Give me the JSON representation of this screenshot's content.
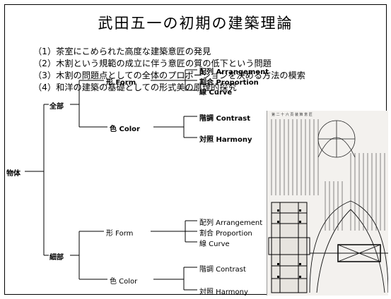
{
  "slide": {
    "title": "武田五一の初期の建築理論",
    "points": [
      "（1）茶室にこめられた高度な建築意匠の発見",
      "（2）木割という規範の成立に伴う意匠の質の低下という問題",
      "（3）木割の問題点としての全体のプロポーションを決める方法の模索",
      "（4）和洋の建築の基礎としての形式美の原理的探究"
    ]
  },
  "tree": {
    "root": "物体",
    "groups": [
      {
        "name": "全部",
        "bold": true,
        "branches": [
          {
            "name": "形 Form",
            "items": [
              "配列 Arrangement",
              "割合 Proportion",
              "線 Curve"
            ]
          },
          {
            "name": "色 Color",
            "items": [
              "階調 Contrast",
              "対照 Harmony"
            ]
          }
        ]
      },
      {
        "name": "細部",
        "bold": true,
        "branches": [
          {
            "name": "形 Form",
            "items": [
              "配列 Arrangement",
              "割合 Proportion",
              "線 Curve"
            ]
          },
          {
            "name": "色 Color",
            "items": [
              "階調 Contrast",
              "対照 Harmony"
            ]
          }
        ]
      }
    ]
  },
  "scan": {
    "header": "第 二 十 六 頁 装 飾 意 匠"
  },
  "colors": {
    "line": "#000000",
    "scan_bg": "#f3f1ee"
  }
}
